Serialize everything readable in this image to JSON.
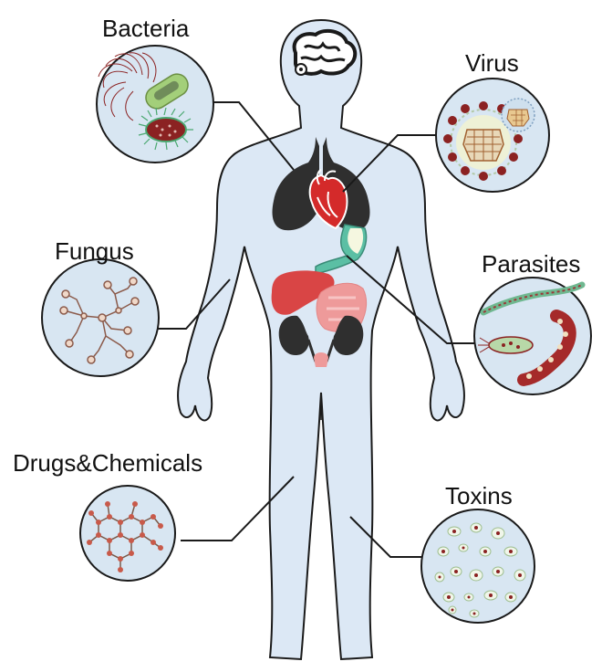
{
  "labels": {
    "bacteria": "Bacteria",
    "virus": "Virus",
    "fungus": "Fungus",
    "parasites": "Parasites",
    "drugs": "Drugs&Chemicals",
    "toxins": "Toxins"
  },
  "colors": {
    "body_fill": "#dce8f5",
    "body_stroke": "#1a1a1a",
    "organ_dark": "#2f2f2f",
    "heart": "#d42a2a",
    "liver": "#d94545",
    "intestine": "#ee9a9a",
    "stomach": "#5bbfa4",
    "pathogen_red": "#8b2222",
    "circle_fill": "#d8e6f2"
  }
}
